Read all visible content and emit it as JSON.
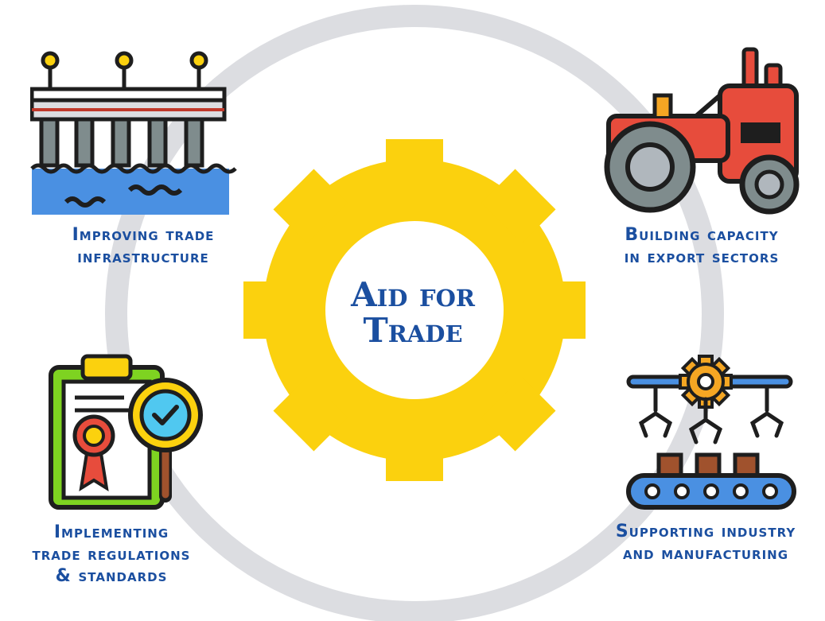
{
  "center": {
    "title": "Aid for\nTrade"
  },
  "pillars": [
    {
      "id": "infrastructure",
      "label": "Improving trade\ninfrastructure",
      "icon": "bridge-icon"
    },
    {
      "id": "capacity",
      "label": "Building capacity\nin export sectors",
      "icon": "tractor-icon"
    },
    {
      "id": "regulations",
      "label": "Implementing\ntrade regulations\n& standards",
      "icon": "certificate-clipboard-icon"
    },
    {
      "id": "industry",
      "label": "Supporting industry\nand manufacturing",
      "icon": "robotic-assembly-line-icon"
    }
  ],
  "colors": {
    "ring": "#dcdde1",
    "gear": "#fbd10e",
    "text": "#1b4fa0",
    "water": "#4a90e2",
    "outline": "#1e1e1e"
  }
}
